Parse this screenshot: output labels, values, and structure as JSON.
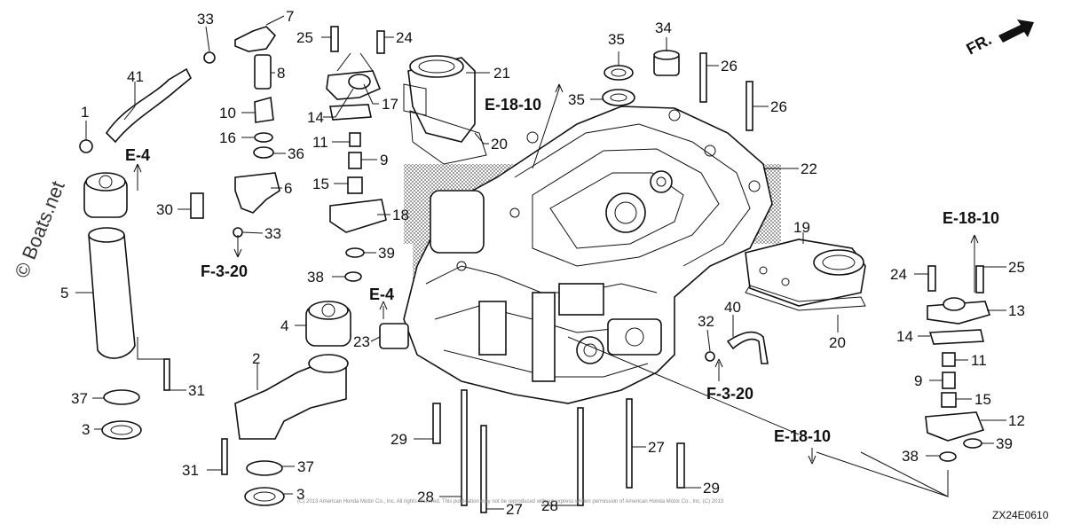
{
  "part_labels": [
    {
      "id": "p33a",
      "text": "33"
    },
    {
      "id": "p7",
      "text": "7"
    },
    {
      "id": "p25a",
      "text": "25"
    },
    {
      "id": "p24a",
      "text": "24"
    },
    {
      "id": "p35a",
      "text": "35"
    },
    {
      "id": "p34",
      "text": "34"
    },
    {
      "id": "p26a",
      "text": "26"
    },
    {
      "id": "p41",
      "text": "41"
    },
    {
      "id": "p8",
      "text": "8"
    },
    {
      "id": "p21",
      "text": "21"
    },
    {
      "id": "p35b",
      "text": "35"
    },
    {
      "id": "p26b",
      "text": "26"
    },
    {
      "id": "p1",
      "text": "1"
    },
    {
      "id": "p10",
      "text": "10"
    },
    {
      "id": "p14a",
      "text": "14"
    },
    {
      "id": "p17",
      "text": "17"
    },
    {
      "id": "p16",
      "text": "16"
    },
    {
      "id": "p11a",
      "text": "11"
    },
    {
      "id": "p20a",
      "text": "20"
    },
    {
      "id": "p36",
      "text": "36"
    },
    {
      "id": "p9a",
      "text": "9"
    },
    {
      "id": "p22",
      "text": "22"
    },
    {
      "id": "p6",
      "text": "6"
    },
    {
      "id": "p15a",
      "text": "15"
    },
    {
      "id": "p30",
      "text": "30"
    },
    {
      "id": "p18",
      "text": "18"
    },
    {
      "id": "p19",
      "text": "19"
    },
    {
      "id": "p33b",
      "text": "33"
    },
    {
      "id": "p39a",
      "text": "39"
    },
    {
      "id": "p24b",
      "text": "24"
    },
    {
      "id": "p25b",
      "text": "25"
    },
    {
      "id": "p5",
      "text": "5"
    },
    {
      "id": "p38a",
      "text": "38"
    },
    {
      "id": "p13",
      "text": "13"
    },
    {
      "id": "p40",
      "text": "40"
    },
    {
      "id": "p4",
      "text": "4"
    },
    {
      "id": "p32",
      "text": "32"
    },
    {
      "id": "p14b",
      "text": "14"
    },
    {
      "id": "p23",
      "text": "23"
    },
    {
      "id": "p20b",
      "text": "20"
    },
    {
      "id": "p2",
      "text": "2"
    },
    {
      "id": "p11b",
      "text": "11"
    },
    {
      "id": "p9b",
      "text": "9"
    },
    {
      "id": "p37a",
      "text": "37"
    },
    {
      "id": "p31a",
      "text": "31"
    },
    {
      "id": "p15b",
      "text": "15"
    },
    {
      "id": "p3a",
      "text": "3"
    },
    {
      "id": "p12",
      "text": "12"
    },
    {
      "id": "p29a",
      "text": "29"
    },
    {
      "id": "p39b",
      "text": "39"
    },
    {
      "id": "p27a",
      "text": "27"
    },
    {
      "id": "p38b",
      "text": "38"
    },
    {
      "id": "p31b",
      "text": "31"
    },
    {
      "id": "p37b",
      "text": "37"
    },
    {
      "id": "p3b",
      "text": "3"
    },
    {
      "id": "p28a",
      "text": "28"
    },
    {
      "id": "p27b",
      "text": "27"
    },
    {
      "id": "p28b",
      "text": "28"
    },
    {
      "id": "p29b",
      "text": "29"
    }
  ],
  "references": [
    {
      "id": "r1",
      "text": "E-18-10"
    },
    {
      "id": "r2",
      "text": "E-4"
    },
    {
      "id": "r3",
      "text": "F-3-20"
    },
    {
      "id": "r4",
      "text": "E-4"
    },
    {
      "id": "r5",
      "text": "E-18-10"
    },
    {
      "id": "r6",
      "text": "F-3-20"
    },
    {
      "id": "r7",
      "text": "E-18-10"
    }
  ],
  "direction_label": "FR.",
  "drawing_code": "ZX24E0610",
  "watermark": "© Boats.net",
  "copyright": "(C) 2013 American Honda Motor Co., Inc. All rights reserved. This publication may not be reproduced without express written permission of American Honda Motor Co., Inc. (C) 2013"
}
